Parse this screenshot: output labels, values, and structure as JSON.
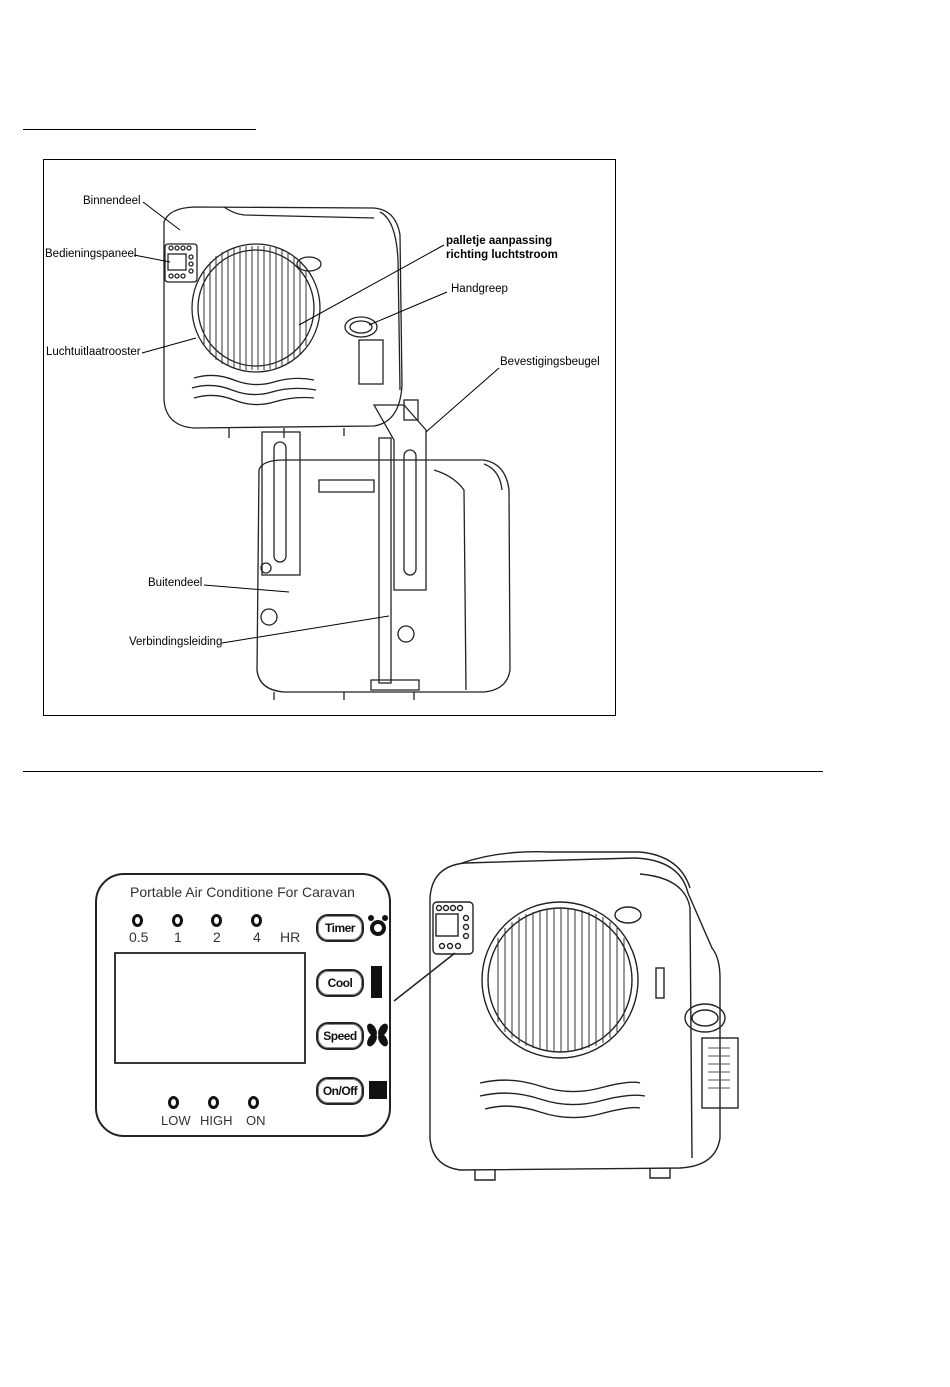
{
  "figure1": {
    "labels": {
      "binnendeel": "Binnendeel",
      "bedieningspaneel": "Bedieningspaneel",
      "luchtuitlaat": "Luchtuitlaatrooster",
      "palletje": "palletje aanpassing",
      "richting": "richting luchtstroom",
      "handgreep": "Handgreep",
      "beugel": "Bevestigingsbeugel",
      "buitendeel": "Buitendeel",
      "leiding": "Verbindingsleiding"
    }
  },
  "figure2": {
    "panel_title": "Portable Air Conditione For Caravan",
    "timer_options": [
      "0.5",
      "1",
      "2",
      "4"
    ],
    "timer_unit": "HR",
    "buttons": {
      "timer": "Timer",
      "cool": "Cool",
      "speed": "Speed",
      "onoff": "On/Off"
    },
    "speed_leds": [
      "LOW",
      "HIGH",
      "ON"
    ],
    "icons": [
      "alarm-clock-icon",
      "cool-bar-icon",
      "fan-icon",
      "power-square-icon"
    ]
  }
}
